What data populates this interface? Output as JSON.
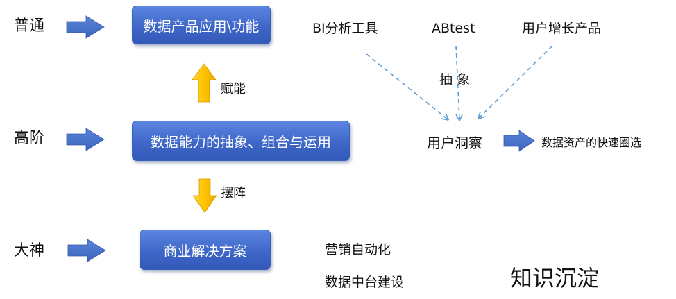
{
  "levels": {
    "normal": "普通",
    "advanced": "高阶",
    "master": "大神"
  },
  "boxes": {
    "top": "数据产品应用\\功能",
    "middle": "数据能力的抽象、组合与运用",
    "bottom": "商业解决方案"
  },
  "arrow_labels": {
    "empower": "赋能",
    "arrange": "摆阵"
  },
  "tools": {
    "bi": "BI分析工具",
    "abtest": "ABtest",
    "growth": "用户增长产品"
  },
  "abstraction_label": "抽 象",
  "insight": "用户洞察",
  "fast_selection": "数据资产的快速圈选",
  "solutions": {
    "marketing": "营销自动化",
    "data_platform": "数据中台建设"
  },
  "knowledge": "知识沉淀",
  "colors": {
    "box_blue": "#3e67c8",
    "arrow_blue": "#4472c4",
    "arrow_yellow": "#f5b800",
    "dashed_blue": "#5b9bd5"
  }
}
